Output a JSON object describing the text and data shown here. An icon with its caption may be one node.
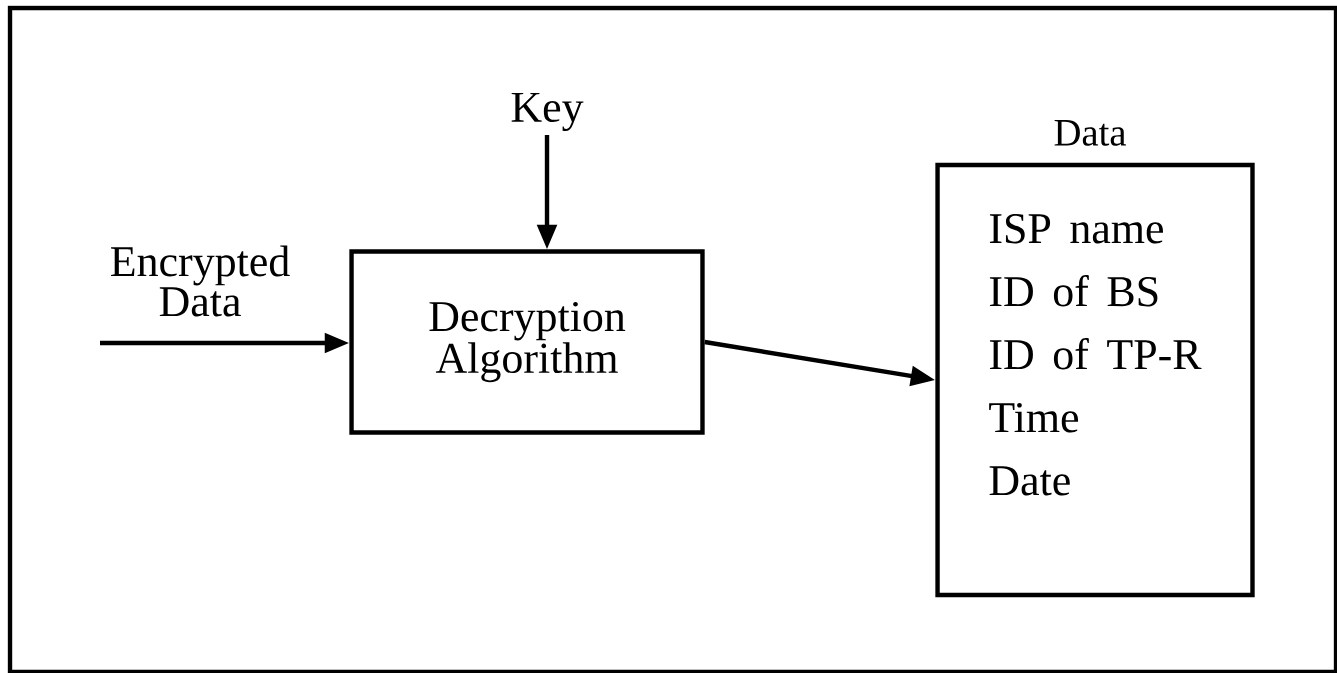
{
  "diagram": {
    "nodes": [
      {
        "text": [
          "Key"
        ]
      },
      {
        "text": [
          "Decryption Algorithm"
        ]
      },
      {
        "text": [
          "Data",
          "ISP name",
          "ID of BS",
          "ID of TP-R",
          "Time",
          "Date"
        ]
      }
    ],
    "edges": [
      {
        "from": 0,
        "to": 1,
        "arrow": "to"
      },
      {
        "from": null,
        "to": 1,
        "arrow": "to",
        "label": "Encrypted Data"
      },
      {
        "from": 1,
        "to": 2,
        "arrow": "to"
      }
    ]
  }
}
